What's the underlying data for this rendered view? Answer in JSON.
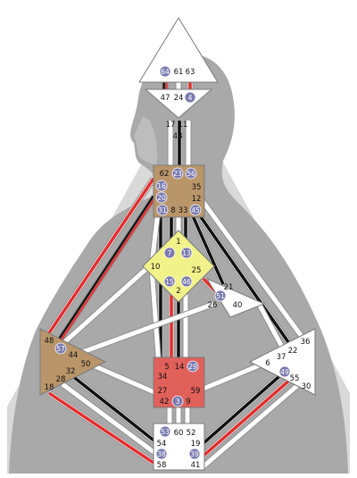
{
  "colors": {
    "background": "#ffffff",
    "aura": "#d9d9d9",
    "body": "#a9a9a9",
    "channel_white": "#ffffff",
    "activation_red": "#e03030",
    "activation_black": "#111111",
    "badge": "#7b7bb0",
    "defined_brown": "#b9956a",
    "defined_yellow": "#f2f28a",
    "defined_red": "#e0605a",
    "undefined": "#ffffff"
  },
  "centers": [
    {
      "name": "head",
      "defined": false,
      "color": "#ffffff"
    },
    {
      "name": "ajna",
      "defined": false,
      "color": "#ffffff"
    },
    {
      "name": "throat",
      "defined": true,
      "color": "#b9956a"
    },
    {
      "name": "g-center",
      "defined": true,
      "color": "#f2f28a"
    },
    {
      "name": "heart",
      "defined": false,
      "color": "#ffffff"
    },
    {
      "name": "spleen",
      "defined": true,
      "color": "#b9956a"
    },
    {
      "name": "sacral",
      "defined": true,
      "color": "#e0605a"
    },
    {
      "name": "solar-plexus",
      "defined": false,
      "color": "#ffffff"
    },
    {
      "name": "root",
      "defined": false,
      "color": "#ffffff"
    }
  ],
  "gates": [
    {
      "label": "64",
      "active": true
    },
    {
      "label": "61",
      "active": false
    },
    {
      "label": "63",
      "active": false
    },
    {
      "label": "47",
      "active": false
    },
    {
      "label": "24",
      "active": false
    },
    {
      "label": "4",
      "active": true
    },
    {
      "label": "17",
      "active": false
    },
    {
      "label": "11",
      "active": false
    },
    {
      "label": "43",
      "active": false
    },
    {
      "label": "62",
      "active": false
    },
    {
      "label": "23",
      "active": true
    },
    {
      "label": "56",
      "active": true
    },
    {
      "label": "16",
      "active": true
    },
    {
      "label": "35",
      "active": false
    },
    {
      "label": "20",
      "active": true
    },
    {
      "label": "12",
      "active": false
    },
    {
      "label": "31",
      "active": true
    },
    {
      "label": "8",
      "active": false
    },
    {
      "label": "33",
      "active": false
    },
    {
      "label": "45",
      "active": true
    },
    {
      "label": "1",
      "active": false
    },
    {
      "label": "7",
      "active": true
    },
    {
      "label": "13",
      "active": true
    },
    {
      "label": "10",
      "active": false
    },
    {
      "label": "25",
      "active": false
    },
    {
      "label": "15",
      "active": true
    },
    {
      "label": "46",
      "active": true
    },
    {
      "label": "2",
      "active": false
    },
    {
      "label": "51",
      "active": true
    },
    {
      "label": "21",
      "active": false
    },
    {
      "label": "26",
      "active": false
    },
    {
      "label": "40",
      "active": false
    },
    {
      "label": "48",
      "active": false
    },
    {
      "label": "57",
      "active": true
    },
    {
      "label": "44",
      "active": false
    },
    {
      "label": "50",
      "active": false
    },
    {
      "label": "32",
      "active": false
    },
    {
      "label": "28",
      "active": false
    },
    {
      "label": "18",
      "active": false
    },
    {
      "label": "5",
      "active": false
    },
    {
      "label": "14",
      "active": false
    },
    {
      "label": "29",
      "active": true
    },
    {
      "label": "34",
      "active": false
    },
    {
      "label": "27",
      "active": false
    },
    {
      "label": "59",
      "active": false
    },
    {
      "label": "42",
      "active": false
    },
    {
      "label": "3",
      "active": true
    },
    {
      "label": "9",
      "active": false
    },
    {
      "label": "36",
      "active": false
    },
    {
      "label": "22",
      "active": false
    },
    {
      "label": "37",
      "active": false
    },
    {
      "label": "6",
      "active": false
    },
    {
      "label": "49",
      "active": true
    },
    {
      "label": "55",
      "active": false
    },
    {
      "label": "30",
      "active": false
    },
    {
      "label": "53",
      "active": true
    },
    {
      "label": "60",
      "active": false
    },
    {
      "label": "52",
      "active": false
    },
    {
      "label": "54",
      "active": false
    },
    {
      "label": "19",
      "active": false
    },
    {
      "label": "38",
      "active": true
    },
    {
      "label": "39",
      "active": true
    },
    {
      "label": "58",
      "active": false
    },
    {
      "label": "41",
      "active": false
    }
  ]
}
